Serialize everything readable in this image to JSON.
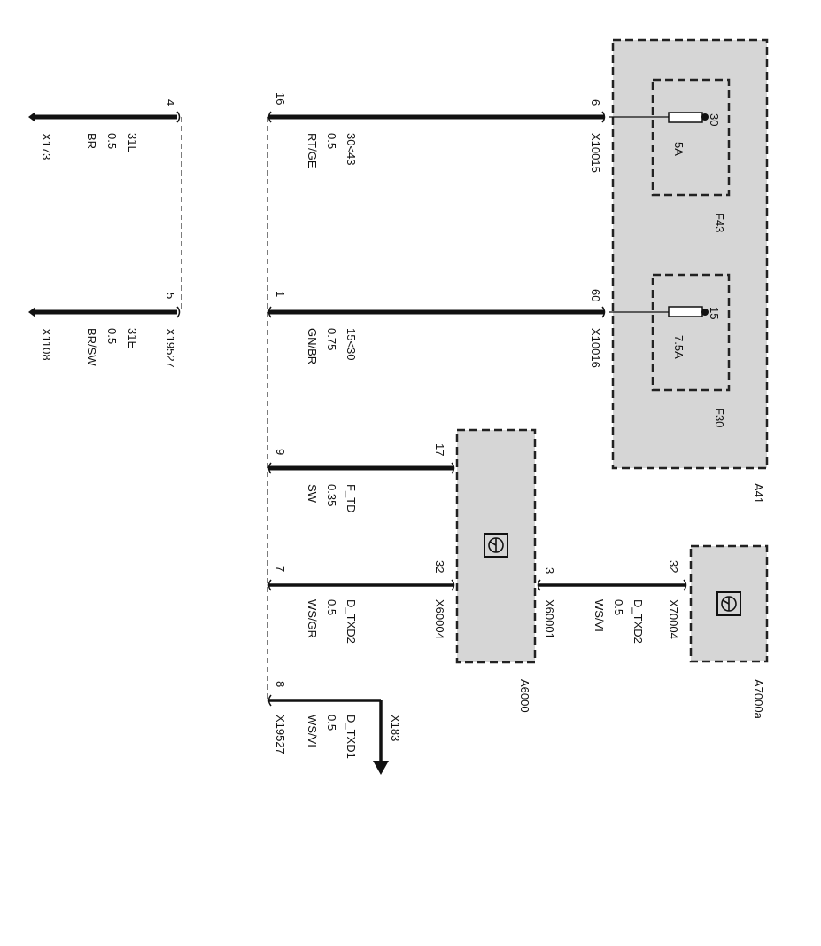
{
  "modules": {
    "a41": "A41",
    "a6000": "A6000",
    "a7000a": "A7000a"
  },
  "fuses": {
    "f43": {
      "name": "F43",
      "rating": "5A",
      "terminal": "30"
    },
    "f30": {
      "name": "F30",
      "rating": "7.5A",
      "terminal": "15"
    }
  },
  "connector_left_top": {
    "name": "X173",
    "pin": "4",
    "signal": "31L",
    "size": "0.5",
    "color": "BR"
  },
  "connector_left_bottom": {
    "name": "X1108",
    "pin": "5",
    "connector": "X19527",
    "signal": "31E",
    "size": "0.5",
    "color": "BR/SW"
  },
  "wire_16": {
    "pin": "16",
    "signal": "30<43",
    "size": "0.5",
    "color": "RT/GE",
    "end_pin": "6",
    "end_connector": "X10015"
  },
  "wire_1": {
    "pin": "1",
    "signal": "15<30",
    "size": "0.75",
    "color": "GN/BR",
    "end_pin": "60",
    "end_connector": "X10016"
  },
  "wire_9": {
    "pin": "9",
    "signal": "F_TD",
    "size": "0.35",
    "color": "SW",
    "end_pin": "17"
  },
  "wire_7": {
    "pin": "7",
    "signal": "D_TXD2",
    "size": "0.5",
    "color": "WS/GR",
    "end_pin": "32",
    "end_connector": "X60004"
  },
  "wire_a7000": {
    "pin": "3",
    "connector": "X60001",
    "signal": "D_TXD2",
    "size": "0.5",
    "color": "WS/VI",
    "end_pin": "32",
    "end_connector": "X70004"
  },
  "wire_8": {
    "pin": "8",
    "connector": "X19527",
    "signal": "D_TXD1",
    "size": "0.5",
    "color": "WS/VI",
    "arrow_label": "X183"
  },
  "colors": {
    "line": "#111111",
    "module_fill": "#d6d6d6",
    "background": "#ffffff"
  },
  "icons": {
    "gateway": "gateway-symbol-icon",
    "ground": "ground-terminal-icon",
    "arrow": "arrow-down-icon"
  }
}
